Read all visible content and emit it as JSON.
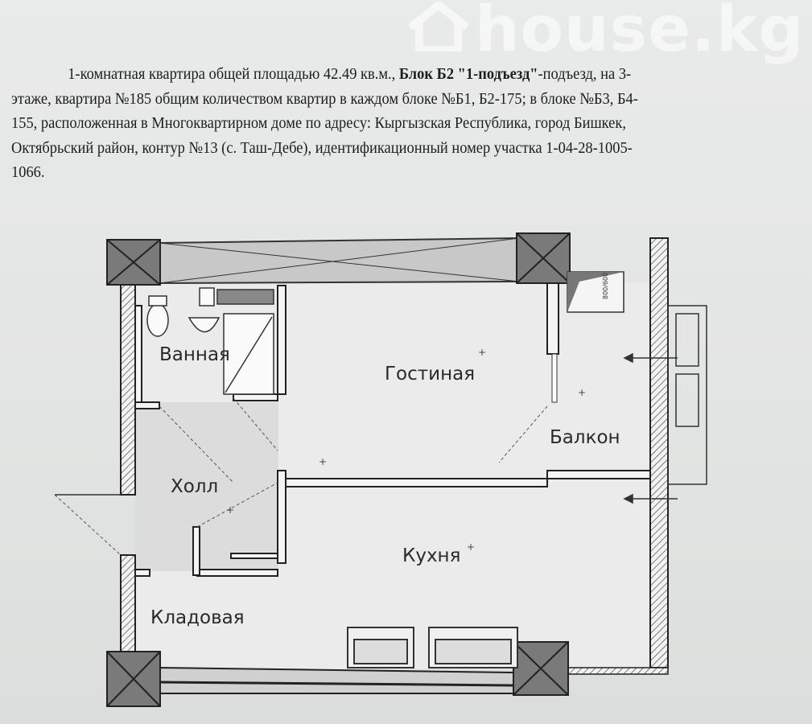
{
  "watermark": "house.kg",
  "description": {
    "line1_a": "1-комнатная квартира общей площадью 42.49 кв.м., ",
    "line1_b": "Блок Б2 \"1-подъезд\"",
    "line1_c": "-подъезд, на 3-",
    "line2": "этаже, квартира №185  общим количеством квартир в каждом блоке №Б1, Б2-175; в блоке №Б3, Б4-",
    "line3": "155, расположенная в Многоквартирном доме по адресу: Кыргызская Республика,  город Бишкек,",
    "line4": "Октябрьский район,  контур №13 (с. Таш-Дебе), идентификационный номер участка 1-04-28-1005-",
    "line5": "1066."
  },
  "plan": {
    "rooms": {
      "bathroom": "Ванная",
      "living": "Гостиная",
      "balcony": "Балкон",
      "hall": "Холл",
      "kitchen": "Кухня",
      "storage": "Кладовая"
    },
    "window_size_label": "800/600"
  }
}
